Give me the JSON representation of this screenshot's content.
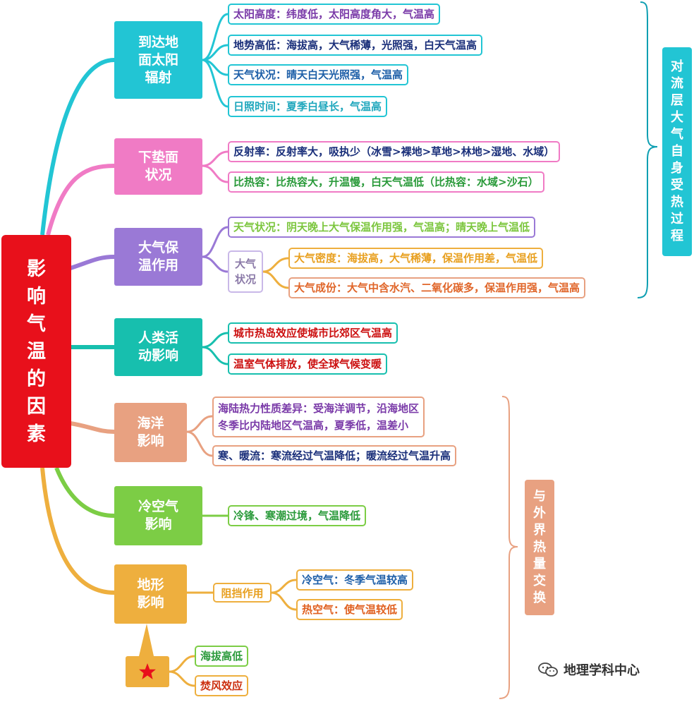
{
  "root": {
    "label": "影响气温的因素"
  },
  "categories": {
    "solar": {
      "label": "到达地面太阳辐射",
      "items": [
        "太阳高度：纬度低，太阳高度角大，气温高",
        "地势高低：海拔高，大气稀薄，光照强，白天气温高",
        "天气状况：晴天白天光照强，气温高",
        "日照时间：夏季白昼长，气温高"
      ]
    },
    "surface": {
      "label": "下垫面状况",
      "items": [
        "反射率：反射率大，吸执少（冰雪>裸地>草地>林地>湿地、水域）",
        "比热容：比热容大，升温慢，白天气温低（比热容：水域>沙石）"
      ]
    },
    "atmosphere": {
      "label": "大气保温作用",
      "item_weather": "天气状况：阴天晚上大气保温作用强，气温高；晴天晚上气温低",
      "sub_label": "大气状况",
      "sub_items": [
        "大气密度：海拔高，大气稀薄，保温作用差，气温低",
        "大气成份：大气中含水汽、二氧化碳多，保温作用强，气温高"
      ]
    },
    "human": {
      "label": "人类活动影响",
      "items": [
        "城市热岛效应使城市比郊区气温高",
        "温室气体排放，使全球气候变暖"
      ]
    },
    "ocean": {
      "label": "海洋影响",
      "item_land_sea_1": "海陆热力性质差异：受海洋调节，沿海地区",
      "item_land_sea_2": "冬季比内陆地区气温高，夏季低，温差小",
      "item_currents": "寒、暖流：寒流经过气温降低；暖流经过气温升高"
    },
    "cold_air": {
      "label": "冷空气影响",
      "items": [
        "冷锋、寒潮过境，气温降低"
      ]
    },
    "terrain": {
      "label": "地形影响",
      "sub_label": "阻挡作用",
      "sub_items": [
        "冷空气：冬季气温较高",
        "热空气：使气温较低"
      ],
      "star_items": [
        "海拔高低",
        "焚风效应"
      ]
    }
  },
  "side_labels": {
    "internal": "对流层大气自身受热过程",
    "external": "与外界热量交换"
  },
  "watermark": "地理学科中心",
  "colors": {
    "root": "#e8101b",
    "solar": "#22c5d4",
    "surface": "#f07bc5",
    "atmosphere": "#9a79d6",
    "human": "#17bfae",
    "ocean": "#e8a181",
    "cold_air": "#7ccd45",
    "terrain": "#eeaf3e",
    "star": "#e8101b"
  },
  "icons": [
    "star-icon",
    "wechat-icon"
  ]
}
